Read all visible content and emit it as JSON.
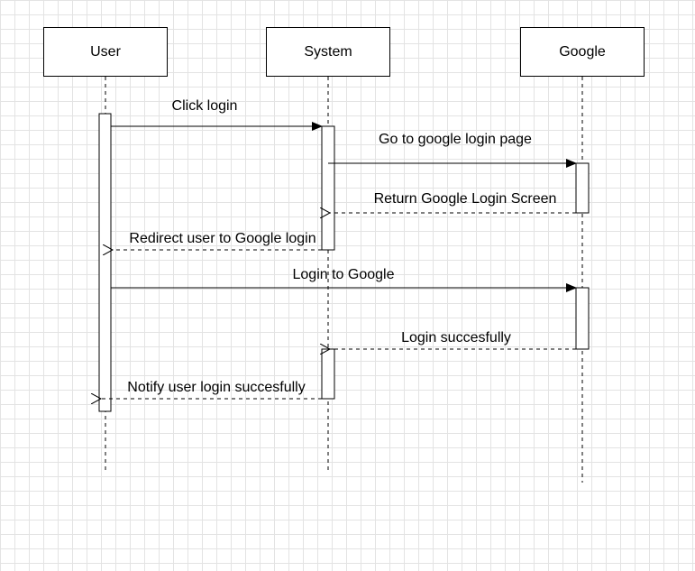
{
  "participants": [
    {
      "id": "user",
      "label": "User"
    },
    {
      "id": "system",
      "label": "System"
    },
    {
      "id": "google",
      "label": "Google"
    }
  ],
  "messages": [
    {
      "id": "m1",
      "from": "user",
      "to": "system",
      "label": "Click login",
      "kind": "sync"
    },
    {
      "id": "m2",
      "from": "system",
      "to": "google",
      "label": "Go to google login page",
      "kind": "sync"
    },
    {
      "id": "m3",
      "from": "google",
      "to": "system",
      "label": "Return Google Login Screen",
      "kind": "return"
    },
    {
      "id": "m4",
      "from": "system",
      "to": "user",
      "label": "Redirect user to Google login",
      "kind": "return"
    },
    {
      "id": "m5",
      "from": "user",
      "to": "google",
      "label": "Login to Google",
      "kind": "sync"
    },
    {
      "id": "m6",
      "from": "google",
      "to": "system",
      "label": "Login succesfully",
      "kind": "return"
    },
    {
      "id": "m7",
      "from": "system",
      "to": "user",
      "label": "Notify user login succesfully",
      "kind": "return"
    }
  ],
  "colors": {
    "line": "#000000",
    "grid": "#e3e3e3",
    "background": "#ffffff"
  }
}
